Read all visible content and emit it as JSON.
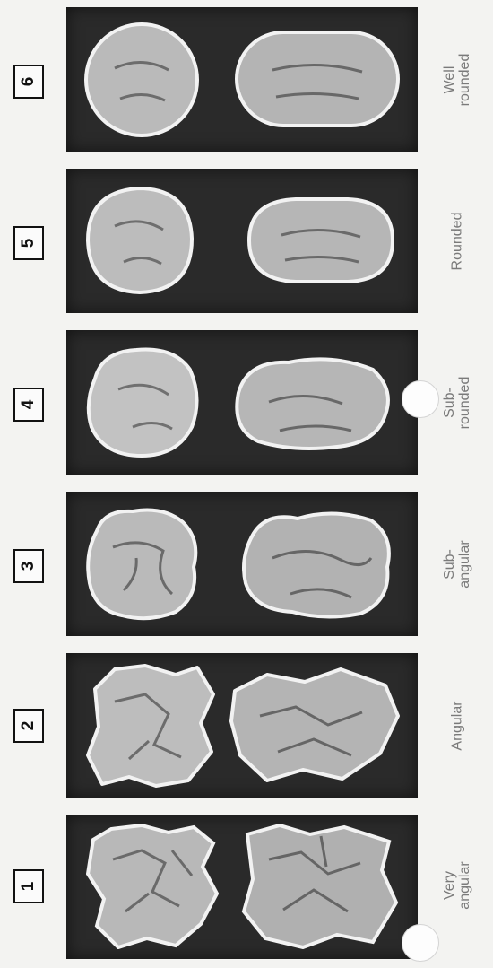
{
  "classes": [
    {
      "number": "1",
      "label_lines": [
        "Very",
        "angular"
      ]
    },
    {
      "number": "2",
      "label_lines": [
        "Angular"
      ]
    },
    {
      "number": "3",
      "label_lines": [
        "Sub-",
        "angular"
      ]
    },
    {
      "number": "4",
      "label_lines": [
        "Sub-",
        "rounded"
      ]
    },
    {
      "number": "5",
      "label_lines": [
        "Rounded"
      ]
    },
    {
      "number": "6",
      "label_lines": [
        "Well",
        "rounded"
      ]
    }
  ],
  "colors": {
    "panel_background": "#2a2a2a",
    "grain_fill": "#b8b8b8",
    "grain_edge": "#f2f2f2",
    "label_text": "#7a7a7a",
    "page_background": "#f3f3f1"
  }
}
